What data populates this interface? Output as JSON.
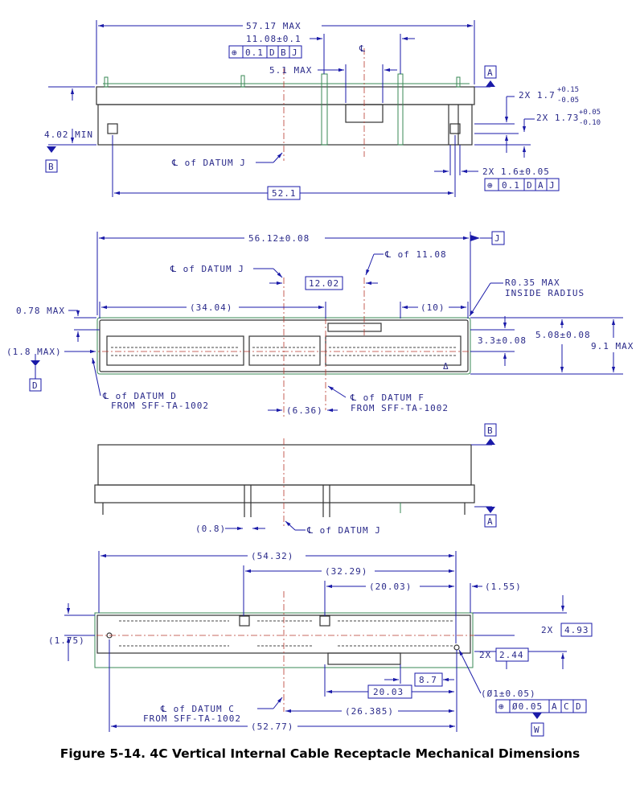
{
  "caption": "Figure 5-14. 4C Vertical Internal Cable Receptacle Mechanical Dimensions",
  "colors": {
    "dimension": "#1a1aa8",
    "centerline": "#b8392e",
    "outline": "#333333",
    "contact": "#3a8a55"
  },
  "view1": {
    "d_57_17": "57.17 MAX",
    "d_11_08": "11.08±0.1",
    "fcf1": [
      "⊕",
      "0.1",
      "D",
      "B",
      "J"
    ],
    "cl_symbol": "℄",
    "d_5_1": "5.1 MAX",
    "datum_a": "A",
    "d_1_7": "2X 1.7",
    "d_1_7_up": "+0.15",
    "d_1_7_lo": "-0.05",
    "d_1_73": "2X 1.73",
    "d_1_73_up": "+0.05",
    "d_1_73_lo": "-0.10",
    "d_4_02": "4.02 MIN",
    "datum_b": "B",
    "cl_datum_j": "℄ of DATUM J",
    "d_1_6": "2X 1.6±0.05",
    "fcf2": [
      "⊕",
      "0.1",
      "D",
      "A",
      "J"
    ],
    "d_52_1": "52.1"
  },
  "view2": {
    "d_56_12": "56.12±0.08",
    "datum_j": "J",
    "cl_11_08": "℄ of 11.08",
    "cl_datum_j": "℄ of DATUM J",
    "d_12_02": "12.02",
    "r_0_35": "R0.35 MAX",
    "inside_radius": "INSIDE RADIUS",
    "d_0_78": "0.78 MAX",
    "d_34_04": "(34.04)",
    "d_10": "(10)",
    "d_3_3": "3.3±0.08",
    "d_5_08": "5.08±0.08",
    "d_9_1": "9.1 MAX",
    "d_1_8": "(1.8 MAX)",
    "datum_d": "D",
    "cl_datum_d_1": "℄ of DATUM D",
    "cl_datum_d_2": "FROM SFF-TA-1002",
    "d_6_36": "(6.36)",
    "cl_datum_f_1": "℄ of DATUM F",
    "cl_datum_f_2": "FROM SFF-TA-1002",
    "triangle": "Δ"
  },
  "view3": {
    "datum_b": "B",
    "datum_a": "A",
    "d_0_8": "(0.8)",
    "cl_datum_j": "℄ of DATUM J"
  },
  "view4": {
    "d_54_32": "(54.32)",
    "d_32_29": "(32.29)",
    "d_20_03a": "(20.03)",
    "d_1_55": "(1.55)",
    "d_1_75": "(1.75)",
    "d_4_93_pre": "2X",
    "d_4_93": "4.93",
    "d_2_44_pre": "2X",
    "d_2_44": "2.44",
    "d_8_7": "8.7",
    "d_20_03b": "20.03",
    "d_hole": "(Ø1±0.05)",
    "fcf3": [
      "⊕",
      "Ø0.05",
      "A",
      "C",
      "D"
    ],
    "datum_w": "W",
    "cl_datum_c_1": "℄ of DATUM C",
    "cl_datum_c_2": "FROM SFF-TA-1002",
    "d_26_385": "(26.385)",
    "d_52_77": "(52.77)"
  }
}
